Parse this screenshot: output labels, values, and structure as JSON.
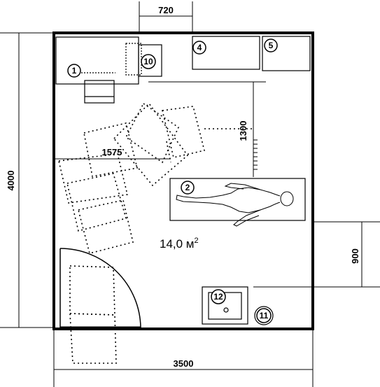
{
  "dimensions": {
    "top_width": "720",
    "room_height": "4000",
    "clearance_height": "1300",
    "clearance_width": "1575",
    "offset_900": "900",
    "room_width": "3500"
  },
  "room": {
    "area_value": "14,0 м",
    "area_sup": "2"
  },
  "markers": {
    "m1": "1",
    "m2": "2",
    "m4": "4",
    "m5": "5",
    "m10": "10",
    "m11": "11",
    "m12": "12"
  },
  "colors": {
    "ink": "#000000",
    "paper": "#ffffff"
  }
}
